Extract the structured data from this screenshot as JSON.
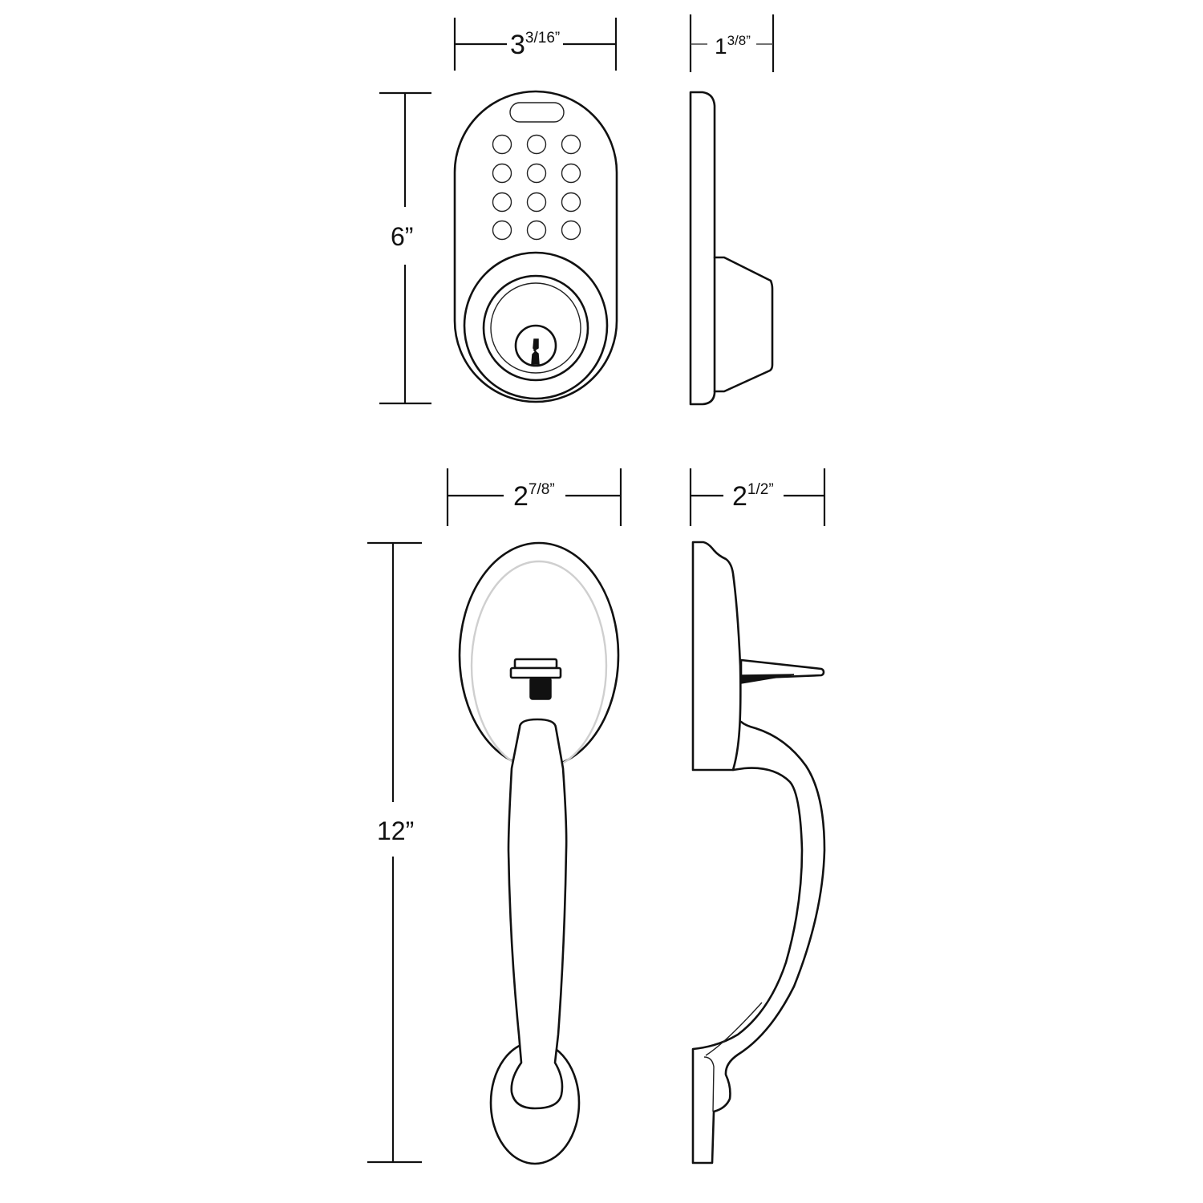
{
  "diagram": {
    "title": "Keypad deadbolt and handleset dimension drawing",
    "deadbolt": {
      "front_view": {
        "width_label": {
          "whole": "3",
          "fraction": "3/16”"
        },
        "height_label": "6”",
        "keypad": {
          "rows": 4,
          "columns": 3,
          "button_count": 12
        },
        "parts": [
          "status-window",
          "keypad-buttons",
          "key-cylinder",
          "keyway"
        ]
      },
      "side_view": {
        "depth_label": {
          "whole": "1",
          "fraction": "3/8”"
        }
      }
    },
    "handleset": {
      "front_view": {
        "width_label": {
          "whole": "2",
          "fraction": "7/8”"
        },
        "height_label": "12”",
        "parts": [
          "oval-escutcheon",
          "thumb-latch",
          "grip-handle",
          "bottom-escutcheon"
        ]
      },
      "side_view": {
        "depth_label": {
          "whole": "2",
          "fraction": "1/2”"
        }
      }
    },
    "colors": {
      "line": "#111111",
      "inner_outline": "#cfcfcf",
      "background": "#ffffff"
    }
  }
}
